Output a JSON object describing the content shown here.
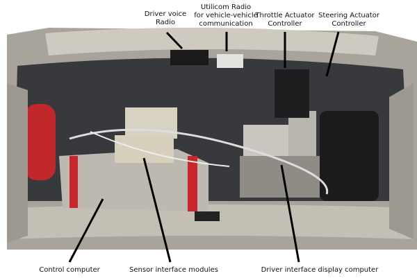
{
  "labels": {
    "driver_voice_radio": "Driver voice\nRadio",
    "utilicom_radio": "Utilicom Radio\nfor vehicle-vehicle\ncommunication",
    "throttle_controller": "Throttle Actuator\nController",
    "steering_controller": "Steering Actuator\nController",
    "control_computer": "Control computer",
    "sensor_modules": "Sensor interface modules",
    "driver_display_computer": "Driver interface display computer"
  },
  "colors": {
    "car_body": "#b9b4aa",
    "carpet": "#3a3a3c",
    "extinguisher": "#c0282c"
  }
}
